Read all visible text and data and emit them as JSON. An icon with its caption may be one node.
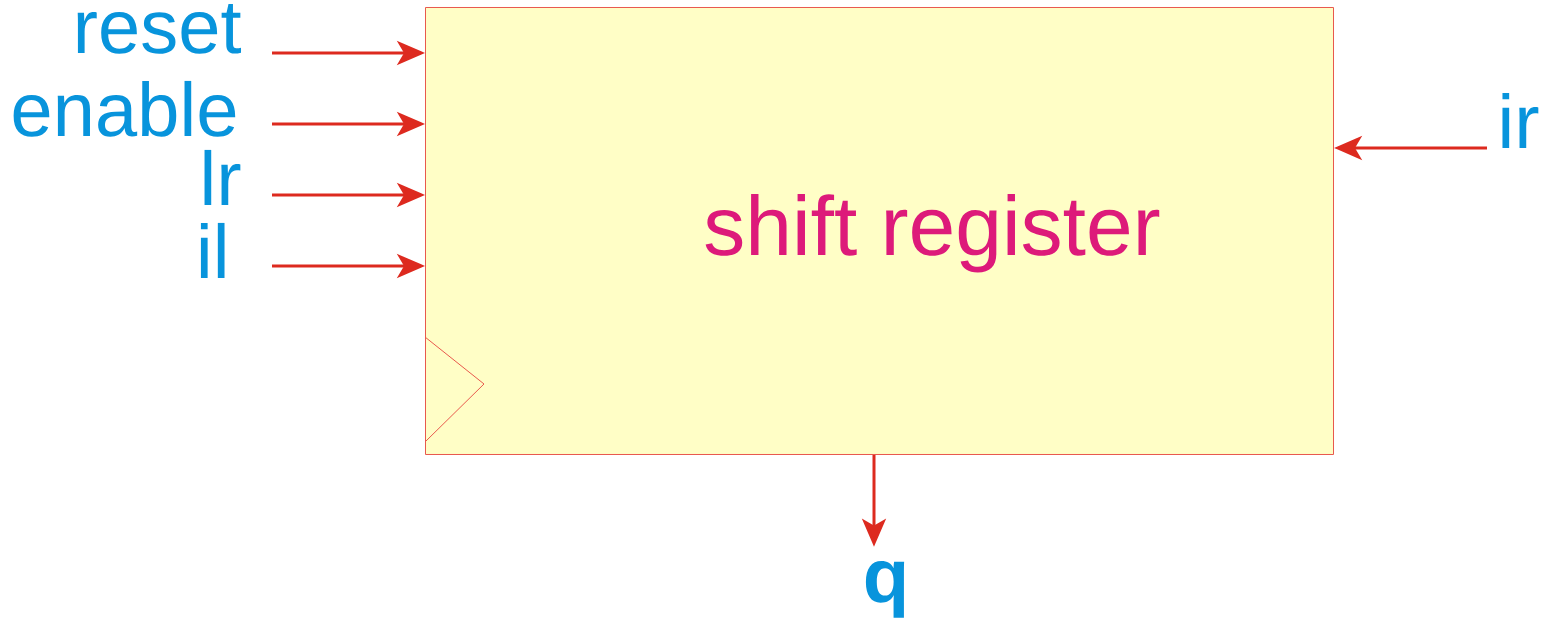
{
  "diagram": {
    "nodes": [
      {
        "text": [
          "shift register"
        ]
      },
      {
        "text": [
          "reset"
        ]
      },
      {
        "text": [
          "enable"
        ]
      },
      {
        "text": [
          "lr"
        ]
      },
      {
        "text": [
          "il"
        ]
      },
      {
        "text": [
          "ir"
        ]
      },
      {
        "text": [
          "q"
        ]
      }
    ],
    "edges": [
      {
        "from": 1,
        "to": 0,
        "arrow": "to"
      },
      {
        "from": 2,
        "to": 0,
        "arrow": "to"
      },
      {
        "from": 3,
        "to": 0,
        "arrow": "to"
      },
      {
        "from": 4,
        "to": 0,
        "arrow": "to"
      },
      {
        "from": 5,
        "to": 0,
        "arrow": "to"
      },
      {
        "from": 0,
        "to": 6,
        "arrow": "to"
      }
    ]
  }
}
